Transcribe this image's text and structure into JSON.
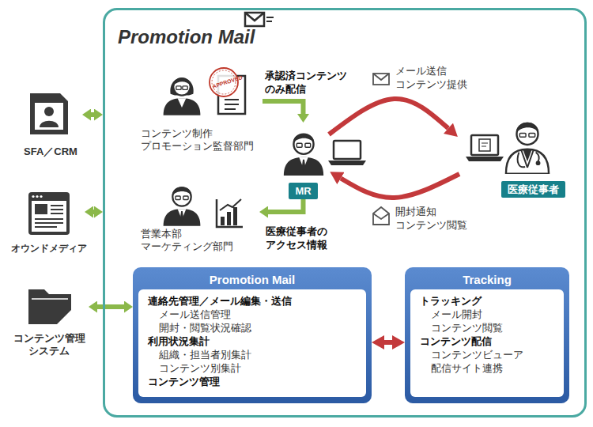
{
  "diagram": {
    "nodes": [
      {
        "text": [
          "Promotion Mail"
        ]
      },
      {
        "text": [
          "SFA／CRM"
        ]
      },
      {
        "text": [
          "オウンドメディア"
        ]
      },
      {
        "text": [
          "コンテンツ管理 システム"
        ]
      },
      {
        "text": [
          "コンテンツ制作 プロモーション監督部門"
        ],
        "in": 0
      },
      {
        "text": [
          "MR"
        ],
        "in": 0
      },
      {
        "text": [
          "営業本部 マーケティング部門"
        ],
        "in": 0
      },
      {
        "text": [
          "医療従事者"
        ],
        "in": 0
      },
      {
        "text": [
          "Promotion Mail",
          "連絡先管理／メール編集・送信",
          "メール送信管理",
          "開封・閲覧状況確認",
          "利用状況集計",
          "組織・担当者別集計",
          "コンテンツ別集計",
          "コンテンツ管理"
        ],
        "in": 0
      },
      {
        "text": [
          "Tracking",
          "トラッキング",
          "メール開封",
          "コンテンツ閲覧",
          "コンテンツ配信",
          "コンテンツビューア",
          "配信サイト連携"
        ],
        "in": 0
      }
    ],
    "edges": [
      {
        "from": 1,
        "to": 0,
        "arrow": "both"
      },
      {
        "from": 2,
        "to": 0,
        "arrow": "both"
      },
      {
        "from": 3,
        "to": 8,
        "arrow": "both"
      },
      {
        "from": 4,
        "to": 5,
        "arrow": "to",
        "label": "承認済コンテンツ のみ配信"
      },
      {
        "from": 5,
        "to": 6,
        "arrow": "to",
        "label": "医療従事者の アクセス情報"
      },
      {
        "from": 5,
        "to": 7,
        "arrow": "to",
        "label": "メール送信 コンテンツ提供"
      },
      {
        "from": 7,
        "to": 5,
        "arrow": "to",
        "label": "開封通知 コンテンツ閲覧"
      },
      {
        "from": 8,
        "to": 9,
        "arrow": "both"
      }
    ],
    "labels": [
      "APPROVED"
    ]
  }
}
